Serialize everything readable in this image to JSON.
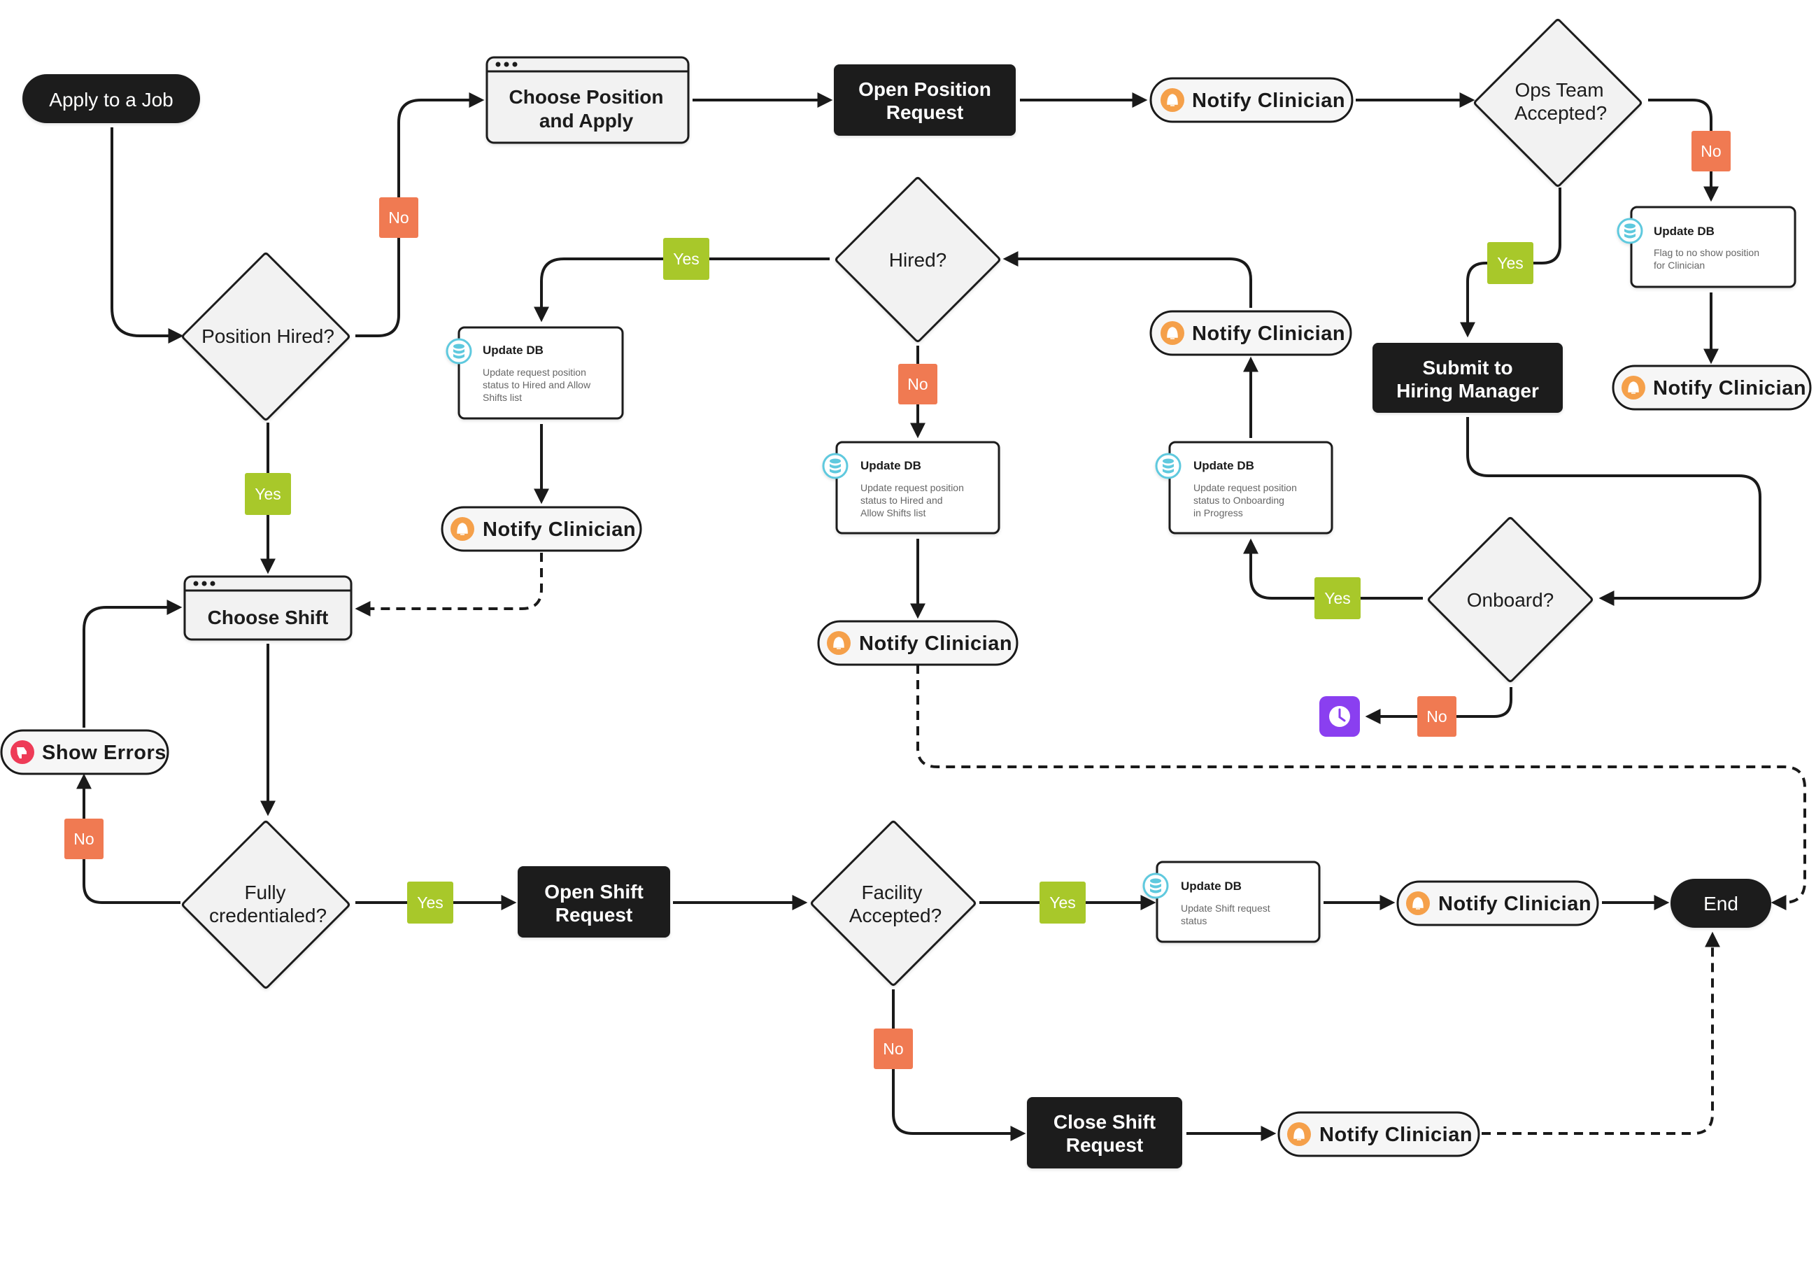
{
  "colors": {
    "dark_node": "#1c1d1f",
    "diamond_fill": "#f2f2f2",
    "window_fill": "#f2f2f2",
    "yes_badge": "#a8c82a",
    "no_badge": "#f07a52",
    "notify_icon": "#f5a04a",
    "db_icon": "#5ec9de",
    "error_icon": "#ee3b57",
    "timer_icon": "#8a3ff0",
    "edge": "#1a1a1a"
  },
  "terminals": {
    "start": "Apply to a Job",
    "end": "End"
  },
  "windows": {
    "choose_position": [
      "Choose Position",
      "and Apply"
    ],
    "choose_shift": [
      "Choose Shift"
    ]
  },
  "actions": {
    "open_position_request": [
      "Open Position",
      "Request"
    ],
    "submit_hiring_manager": [
      "Submit to",
      "Hiring Manager"
    ],
    "open_shift_request": [
      "Open Shift",
      "Request"
    ],
    "close_shift_request": [
      "Close Shift",
      "Request"
    ]
  },
  "decisions": {
    "position_hired": [
      "Position Hired?"
    ],
    "ops_team_accepted": [
      "Ops Team",
      "Accepted?"
    ],
    "hired": [
      "Hired?"
    ],
    "onboard": [
      "Onboard?"
    ],
    "fully_credentialed": [
      "Fully",
      "credentialed?"
    ],
    "facility_accepted": [
      "Facility",
      "Accepted?"
    ]
  },
  "notify_label": "Notify Clinician",
  "show_errors_label": "Show Errors",
  "db_nodes": {
    "db_ops_no": {
      "title": "Update DB",
      "desc": [
        "Flag to no  show position",
        "for Clinician"
      ]
    },
    "db_hired_yes": {
      "title": "Update DB",
      "desc": [
        "Update request position",
        "status to Hired and Allow",
        "Shifts list"
      ]
    },
    "db_hired_no": {
      "title": "Update DB",
      "desc": [
        "Update request position",
        "status  to Hired and",
        "Allow Shifts list"
      ]
    },
    "db_onboard": {
      "title": "Update DB",
      "desc": [
        "Update request  position",
        "status  to Onboarding",
        "in Progress"
      ]
    },
    "db_shift": {
      "title": "Update DB",
      "desc": [
        "Update Shift request",
        "status"
      ]
    }
  },
  "badges": {
    "yes": "Yes",
    "no": "No"
  }
}
